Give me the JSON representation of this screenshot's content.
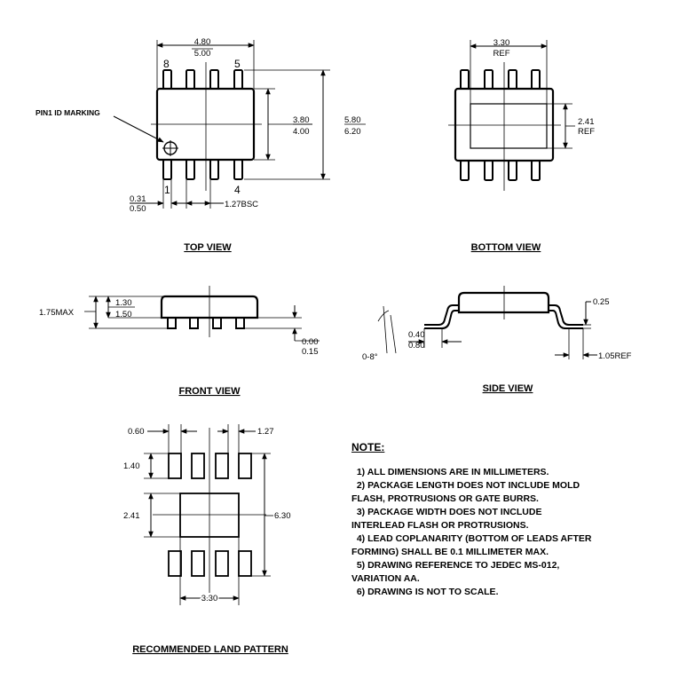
{
  "top_view": {
    "caption": "TOP VIEW",
    "body_length_min": "4.80",
    "body_length_max": "5.00",
    "body_width_min": "3.80",
    "body_width_max": "4.00",
    "overall_width_min": "5.80",
    "overall_width_max": "6.20",
    "lead_width_min": "0.31",
    "lead_width_max": "0.50",
    "pitch": "1.27BSC",
    "pin1_label": "PIN1 ID MARKING",
    "pin_labels": {
      "p8": "8",
      "p5": "5",
      "p1": "1",
      "p4": "4"
    }
  },
  "bottom_view": {
    "caption": "BOTTOM VIEW",
    "pad_length": "3.30",
    "pad_length_note": "REF",
    "pad_width": "2.41",
    "pad_width_note": "REF"
  },
  "front_view": {
    "caption": "FRONT VIEW",
    "height_max": "1.75MAX",
    "body_thickness_min": "1.30",
    "body_thickness_max": "1.50",
    "standoff_min": "0.00",
    "standoff_max": "0.15"
  },
  "side_view": {
    "caption": "SIDE VIEW",
    "lead_thickness": "0.25",
    "foot_length_min": "0.40",
    "foot_length_max": "0.80",
    "foot_angle": "0-8°",
    "lead_length": "1.05REF"
  },
  "land_pattern": {
    "caption": "RECOMMENDED LAND PATTERN",
    "pad_width": "0.60",
    "pitch": "1.27",
    "pad_length": "1.40",
    "thermal_pad_width": "2.41",
    "overall_width": "6.30",
    "thermal_pad_length": "3.30"
  },
  "notes": {
    "title": "NOTE:",
    "lines": [
      "  1) ALL DIMENSIONS ARE IN MILLIMETERS.",
      "  2) PACKAGE LENGTH DOES NOT INCLUDE MOLD",
      "FLASH, PROTRUSIONS OR GATE BURRS.",
      "  3) PACKAGE WIDTH DOES NOT INCLUDE",
      "INTERLEAD FLASH OR PROTRUSIONS.",
      "  4) LEAD COPLANARITY (BOTTOM OF LEADS AFTER",
      "FORMING) SHALL BE 0.1 MILLIMETER MAX.",
      "  5) DRAWING REFERENCE TO JEDEC MS-012,",
      "VARIATION AA.",
      "  6) DRAWING IS NOT TO SCALE."
    ]
  }
}
